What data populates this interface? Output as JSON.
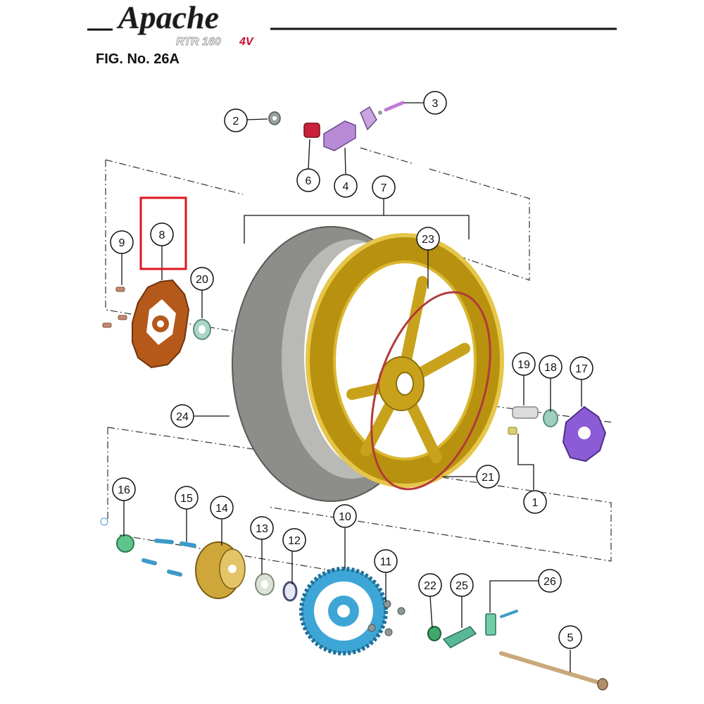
{
  "header": {
    "brand": "Apache",
    "model": "RTR 160",
    "model_suffix": "4V",
    "figure_label": "FIG. No. 26A"
  },
  "highlight": {
    "callout": "8",
    "color": "#e0141e"
  },
  "colors": {
    "tire": "#8a8a86",
    "rim": "#c9a21c",
    "rim_tape": "#b23a3a",
    "brake_disc": "#b5591a",
    "sprocket": "#3ea6d6",
    "coupling_rubber": "#8c5bd6",
    "hub": "#cfa63a",
    "bearing": "#9fcfc0",
    "chain_adjuster": "#6fcfa4",
    "bracket_purple": "#b98ad6",
    "axle": "#c9a87a"
  },
  "callouts": [
    "1",
    "2",
    "3",
    "4",
    "5",
    "6",
    "7",
    "8",
    "9",
    "10",
    "11",
    "12",
    "13",
    "14",
    "15",
    "16",
    "17",
    "18",
    "19",
    "20",
    "21",
    "22",
    "23",
    "24",
    "25",
    "26"
  ]
}
